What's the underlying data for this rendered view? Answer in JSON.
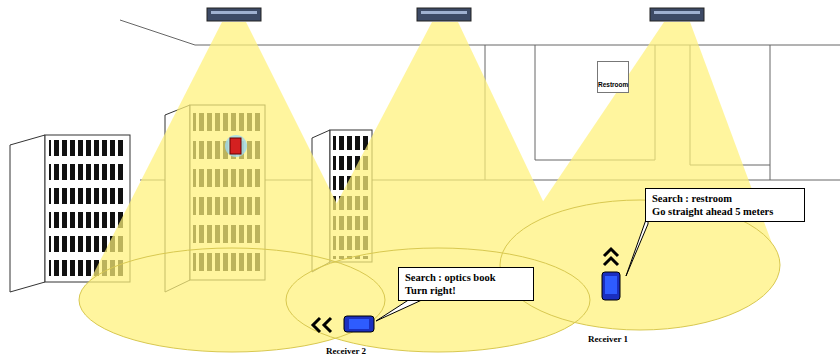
{
  "diagram": {
    "nodes": [
      {
        "text": [
          "Restroom"
        ]
      },
      {
        "text": [
          "Search : restroom",
          "Go straight ahead 5 meters"
        ]
      },
      {
        "text": [
          "Search : optics book",
          "Turn right!"
        ]
      }
    ],
    "labels": [
      "Receiver 1",
      "Receiver 2"
    ]
  }
}
